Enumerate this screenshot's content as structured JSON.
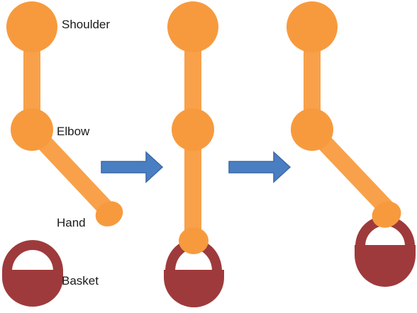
{
  "labels": {
    "shoulder": "Shoulder",
    "elbow": "Elbow",
    "hand": "Hand",
    "basket": "Basket"
  },
  "colors": {
    "arm": "#f8a14a",
    "arm_joint": "#f79a3e",
    "basket": "#9e3a3c",
    "arrow_fill": "#4a7ec2",
    "arrow_stroke": "#3a6aa6",
    "background": "#ffffff"
  },
  "figures": [
    {
      "name": "arm-position-1",
      "pose": "elbow bent, hand lowered beside basket"
    },
    {
      "name": "arm-position-2",
      "pose": "arm straight down, hand gripping basket"
    },
    {
      "name": "arm-position-3",
      "pose": "elbow bent, hand lifting basket"
    }
  ],
  "icons": [
    "right-arrow-icon",
    "basket-icon"
  ]
}
